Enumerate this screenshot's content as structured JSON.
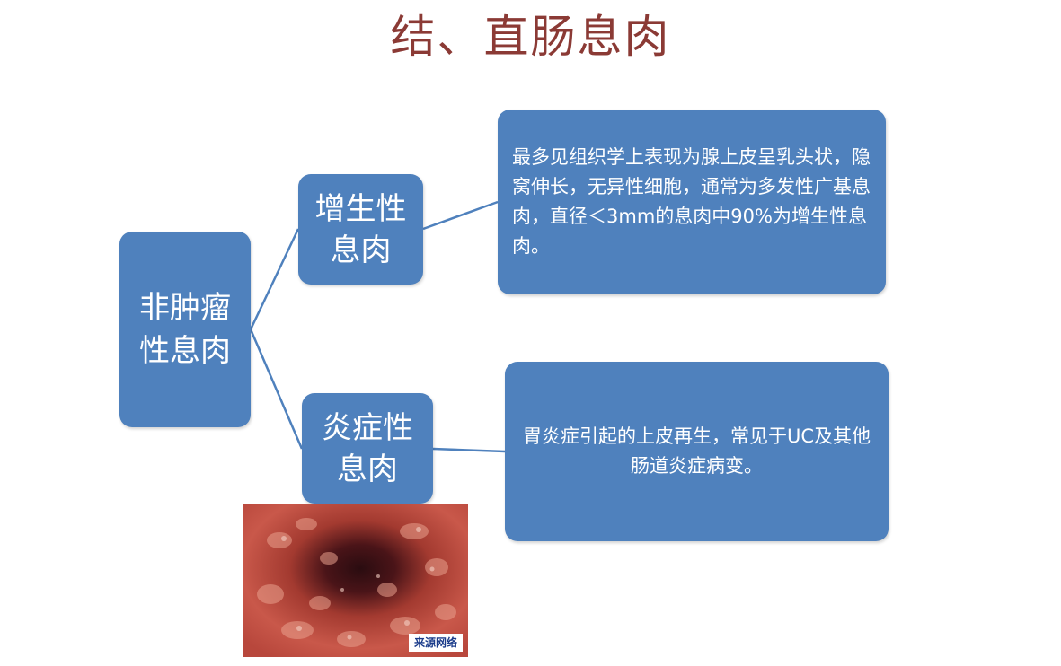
{
  "title": "结、直肠息肉",
  "diagram": {
    "root": {
      "label": "非肿瘤性息肉"
    },
    "branches": [
      {
        "label": "增生性息肉",
        "description": "最多见组织学上表现为腺上皮呈乳头状，隐窝伸长，无异性细胞，通常为多发性广基息肉，直径＜3mm的息肉中90%为增生性息肉。"
      },
      {
        "label": "炎症性息肉",
        "description": "胃炎症引起的上皮再生，常见于UC及其他肠道炎症病变。"
      }
    ]
  },
  "photo": {
    "caption": "来源网络"
  },
  "colors": {
    "box_fill": "#4f81bd",
    "title": "#8b3a35",
    "connector": "#4f81bd"
  }
}
